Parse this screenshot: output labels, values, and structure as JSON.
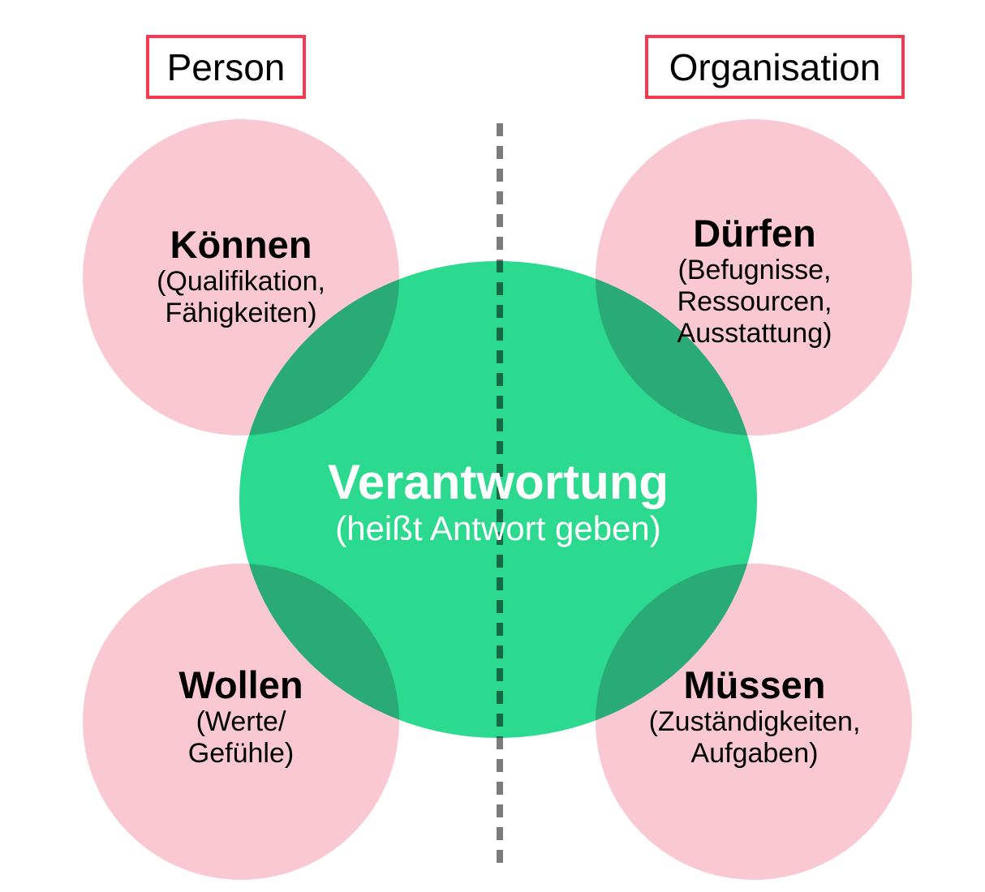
{
  "diagram": {
    "title_semantic": "Verantwortung Venn diagram (Person vs Organisation)",
    "person_label": "Person",
    "organisation_label": "Organisation",
    "koennen": {
      "title": "Können",
      "subtitle_lines": [
        "(Qualifikation,",
        "Fähigkeiten)"
      ]
    },
    "duerfen": {
      "title": "Dürfen",
      "subtitle_lines": [
        "(Befugnisse,",
        "Ressourcen,",
        "Ausstattung)"
      ]
    },
    "wollen": {
      "title": "Wollen",
      "subtitle_lines": [
        "(Werte/",
        "Gefühle)"
      ]
    },
    "muessen": {
      "title": "Müssen",
      "subtitle_lines": [
        "(Zuständigkeiten,",
        "Aufgaben)"
      ]
    },
    "center": {
      "title": "Verantwortung",
      "subtitle_lines": [
        "(heißt Antwort geben)"
      ]
    }
  },
  "colors": {
    "pink": "#FAC8D2",
    "green": "#2BD98F",
    "red_border": "#F8384F",
    "line_gray": "#7A7A7A",
    "title_text": "#000000",
    "center_text": "#FFFFFF"
  }
}
